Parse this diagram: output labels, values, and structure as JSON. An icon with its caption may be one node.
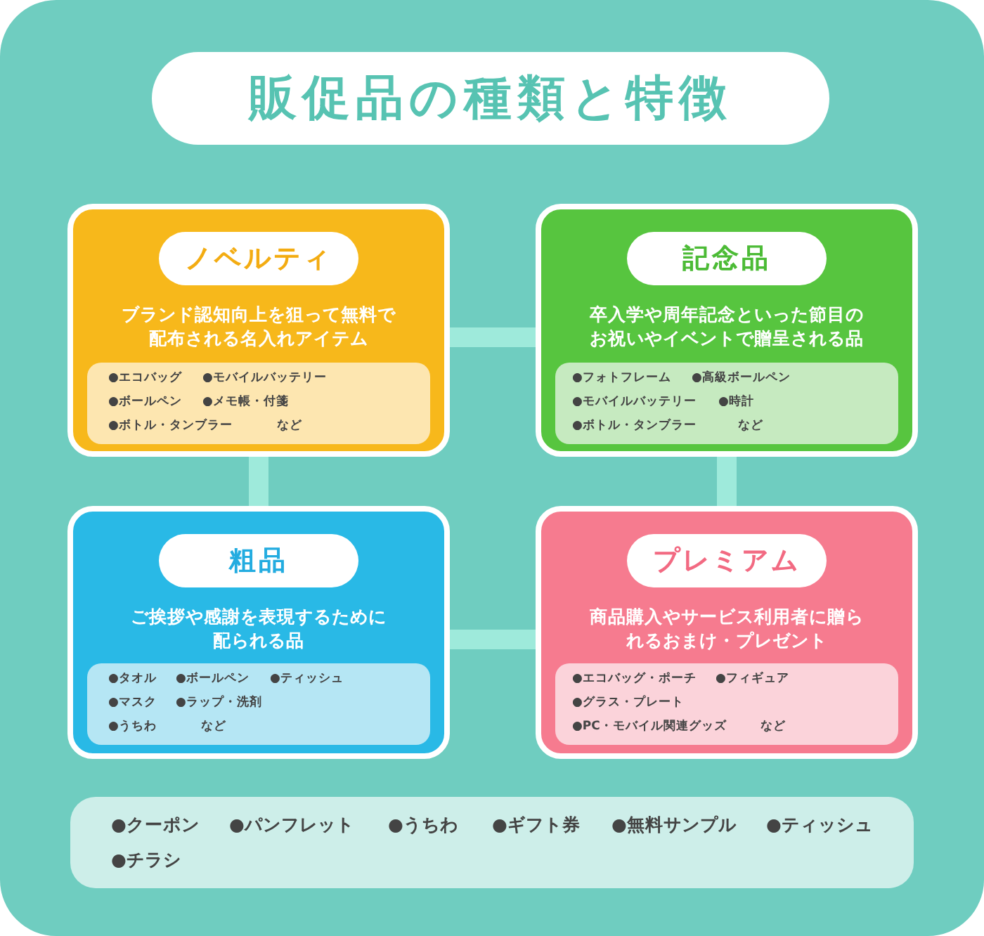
{
  "diagram": {
    "title": "販促品の種類と特徴",
    "nodes": [
      {
        "text": [
          "ノベルティ",
          "ブランド認知向上を狙って無料で配布される名入れアイテム"
        ]
      },
      {
        "text": [
          "●エコバッグ",
          "●モバイルバッテリー",
          "●ボールペン",
          "●メモ帳・付箋",
          "●ボトル・タンブラー",
          "など"
        ],
        "in": 0
      },
      {
        "text": [
          "記念品",
          "卒入学や周年記念といった節目のお祝いやイベントで贈呈される品"
        ]
      },
      {
        "text": [
          "●フォトフレーム",
          "●高級ボールペン",
          "●モバイルバッテリー",
          "●時計",
          "●ボトル・タンブラー",
          "など"
        ],
        "in": 2
      },
      {
        "text": [
          "粗品",
          "ご挨拶や感謝を表現するために配られる品"
        ]
      },
      {
        "text": [
          "●タオル",
          "●ボールペン",
          "●ティッシュ",
          "●マスク",
          "●ラップ・洗剤",
          "●うちわ",
          "など"
        ],
        "in": 4
      },
      {
        "text": [
          "プレミアム",
          "商品購入やサービス利用者に贈られるおまけ・プレゼント"
        ]
      },
      {
        "text": [
          "●エコバッグ・ポーチ",
          "●フィギュア",
          "●グラス・プレート",
          "●PC・モバイル関連グッズ",
          "など"
        ],
        "in": 6
      },
      {
        "text": [
          "●クーポン",
          "●パンフレット",
          "●うちわ",
          "●ギフト券",
          "●無料サンプル",
          "●ティッシュ",
          "●チラシ"
        ]
      }
    ],
    "edges": [
      {
        "from": 0,
        "to": 2,
        "arrow": "none"
      },
      {
        "from": 0,
        "to": 4,
        "arrow": "none"
      },
      {
        "from": 2,
        "to": 6,
        "arrow": "none"
      },
      {
        "from": 4,
        "to": 6,
        "arrow": "none"
      }
    ]
  }
}
